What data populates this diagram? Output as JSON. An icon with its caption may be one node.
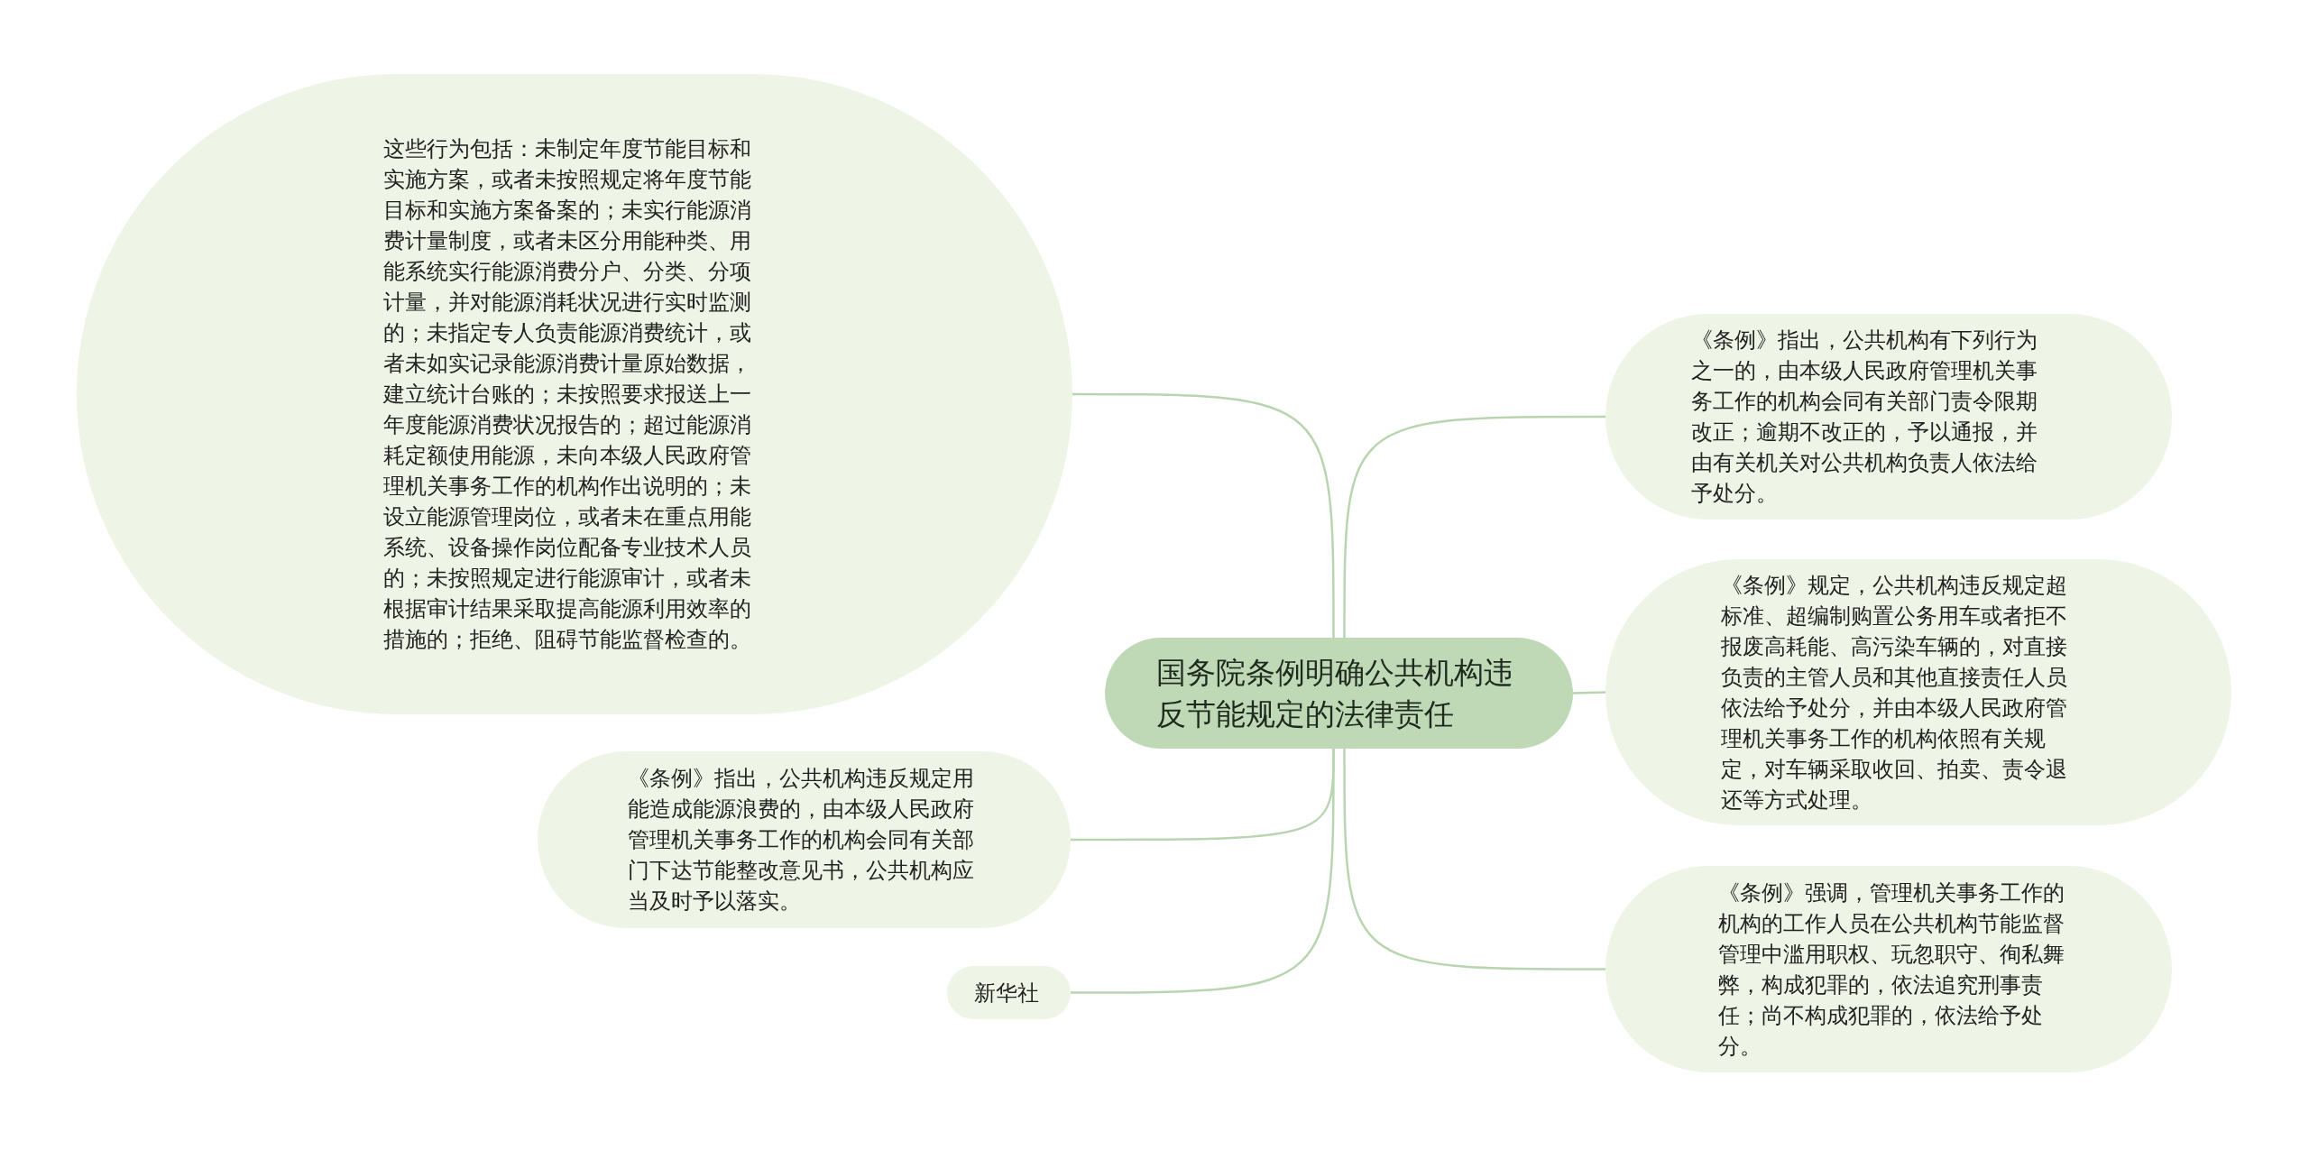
{
  "diagram": {
    "nodes": [
      {
        "text": [
          "国务院条例明确公共机构违反节能规定的法律责任"
        ]
      },
      {
        "text": [
          "这些行为包括：未制定年度节能目标和实施方案，或者未按照规定将年度节能目标和实施方案备案的；未实行能源消费计量制度，或者未区分用能种类、用能系统实行能源消费分户、分类、分项计量，并对能源消耗状况进行实时监测的；未指定专人负责能源消费统计，或者未如实记录能源消费计量原始数据，建立统计台账的；未按照要求报送上一年度能源消费状况报告的；超过能源消耗定额使用能源，未向本级人民政府管理机关事务工作的机构作出说明的；未设立能源管理岗位，或者未在重点用能系统、设备操作岗位配备专业技术人员的；未按照规定进行能源审计，或者未根据审计结果采取提高能源利用效率的措施的；拒绝、阻碍节能监督检查的。"
        ]
      },
      {
        "text": [
          "《条例》指出，公共机构违反规定用能造成能源浪费的，由本级人民政府管理机关事务工作的机构会同有关部门下达节能整改意见书，公共机构应当及时予以落实。"
        ]
      },
      {
        "text": [
          "新华社"
        ]
      },
      {
        "text": [
          "《条例》指出，公共机构有下列行为之一的，由本级人民政府管理机关事务工作的机构会同有关部门责令限期改正；逾期不改正的，予以通报，并由有关机关对公共机构负责人依法给予处分。"
        ]
      },
      {
        "text": [
          "《条例》规定，公共机构违反规定超标准、超编制购置公务用车或者拒不报废高耗能、高污染车辆的，对直接负责的主管人员和其他直接责任人员依法给予处分，并由本级人民政府管理机关事务工作的机构依照有关规定，对车辆采取收回、拍卖、责令退还等方式处理。"
        ]
      },
      {
        "text": [
          "《条例》强调，管理机关事务工作的机构的工作人员在公共机构节能监督管理中滥用职权、玩忽职守、徇私舞弊，构成犯罪的，依法追究刑事责任；尚不构成犯罪的，依法给予处分。"
        ]
      }
    ],
    "edges": [
      {
        "from": 0,
        "to": 1,
        "arrow": "none"
      },
      {
        "from": 0,
        "to": 2,
        "arrow": "none"
      },
      {
        "from": 0,
        "to": 3,
        "arrow": "none"
      },
      {
        "from": 0,
        "to": 4,
        "arrow": "none"
      },
      {
        "from": 0,
        "to": 5,
        "arrow": "none"
      },
      {
        "from": 0,
        "to": 6,
        "arrow": "none"
      }
    ]
  }
}
